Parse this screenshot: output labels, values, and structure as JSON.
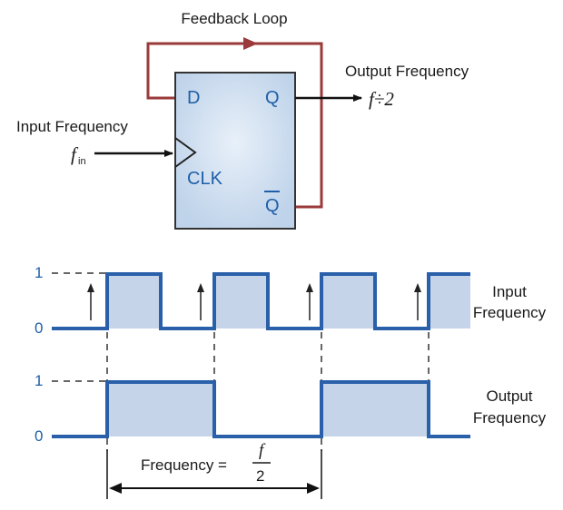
{
  "flipflop": {
    "feedback_label": "Feedback Loop",
    "output_label": "Output Frequency",
    "output_value": "f÷2",
    "input_label": "Input Frequency",
    "input_symbol": "f",
    "input_subscript": "in",
    "pin_d": "D",
    "pin_q": "Q",
    "pin_clk": "CLK",
    "pin_qbar": "Q"
  },
  "timing": {
    "input_row": {
      "high_label": "1",
      "low_label": "0",
      "name_line1": "Input",
      "name_line2": "Frequency",
      "levels": [
        0,
        1,
        0,
        1,
        0,
        1,
        0,
        1
      ]
    },
    "output_row": {
      "high_label": "1",
      "low_label": "0",
      "name_line1": "Output",
      "name_line2": "Frequency",
      "levels": [
        0,
        1,
        1,
        0,
        0,
        1,
        1,
        0
      ]
    },
    "period_prefix": "Frequency =",
    "period_numerator": "f",
    "period_denominator": "2"
  },
  "colors": {
    "box_fill": "#c9dbef",
    "wave": "#2a60aa",
    "wave_fill": "#c5d4e8",
    "feedback": "#9b3a3a",
    "text_blue": "#1f5fa8"
  }
}
